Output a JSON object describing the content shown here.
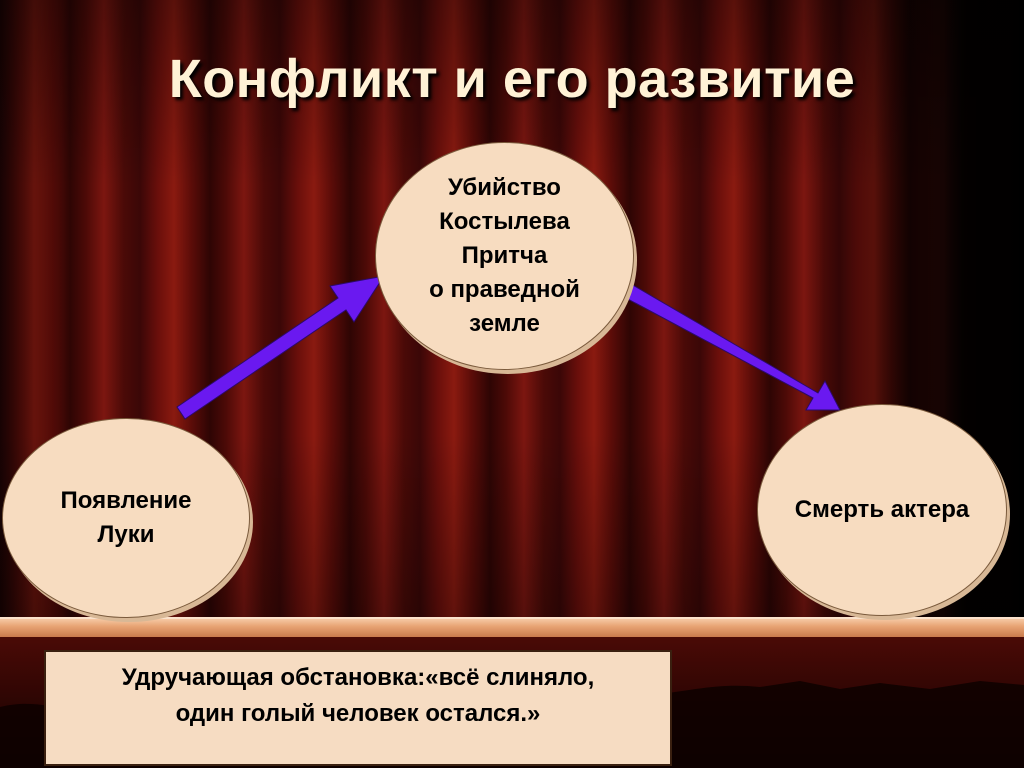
{
  "title": "Конфликт и его развитие",
  "nodes": {
    "left": [
      "Появление",
      "Луки"
    ],
    "top": [
      "Убийство",
      "Костылева",
      "Притча",
      "о праведной",
      "земле"
    ],
    "right": [
      "Смерть актера"
    ]
  },
  "note": [
    "Удручающая обстановка:«всё слиняло,",
    "один голый человек остался.»"
  ],
  "colors": {
    "arrow": "#6a19f0",
    "node_fill": "#f7dcc0",
    "title_text": "#fff2d6",
    "curtain": "#7c1610",
    "stage_edge": "#e8a474"
  }
}
